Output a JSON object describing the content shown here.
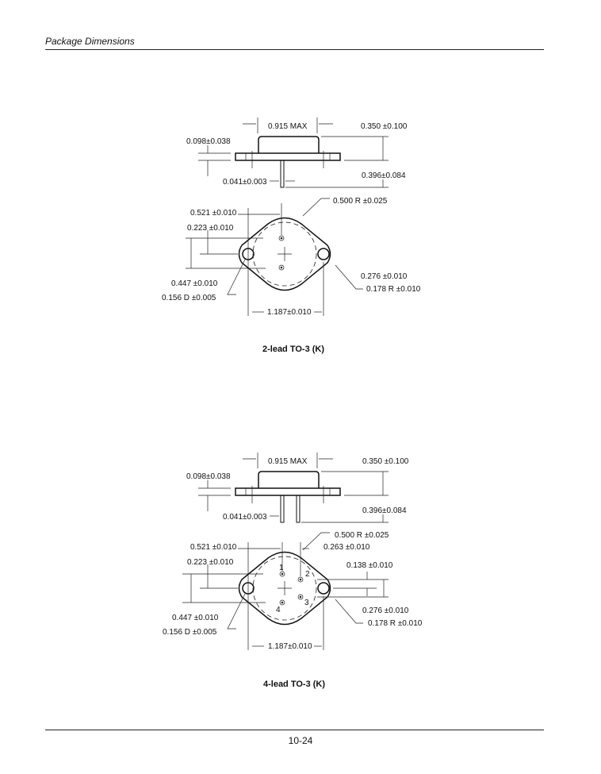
{
  "header": {
    "title": "Package Dimensions"
  },
  "footer": {
    "page_number": "10-24"
  },
  "figures": [
    {
      "caption": "2-lead TO-3 (K)",
      "labels": {
        "width_max": "0.915 MAX",
        "height": "0.350 ±0.100",
        "flange_thickness": "0.098±0.038",
        "pin_length": "0.396±0.084",
        "pin_diameter": "0.041±0.003",
        "body_radius": "0.500 R  ±0.025",
        "offset_x": "0.521  ±0.010",
        "pin_offset": "0.223  ±0.010",
        "pin_spacing": "0.447   ±0.010",
        "hole_diameter": "0.156 D ±0.005",
        "lobe_width": "0.276  ±0.010",
        "lobe_radius": "0.178 R  ±0.010",
        "hole_spacing": "1.187±0.010"
      }
    },
    {
      "caption": "4-lead TO-3 (K)",
      "labels": {
        "width_max": "0.915 MAX",
        "height": "0.350 ±0.100",
        "flange_thickness": "0.098±0.038",
        "pin_length": "0.396±0.084",
        "pin_diameter": "0.041±0.003",
        "body_radius": "0.500 R  ±0.025",
        "pin_offset_x2": "0.263  ±0.010",
        "offset_x": "0.521  ±0.010",
        "pin_offset": "0.223  ±0.010",
        "pin_offset_y2": "0.138  ±0.010",
        "pin_spacing": "0.447   ±0.010",
        "hole_diameter": "0.156 D ±0.005",
        "lobe_width": "0.276  ±0.010",
        "lobe_radius": "0.178 R  ±0.010",
        "hole_spacing": "1.187±0.010",
        "pin_numbers": [
          "1",
          "2",
          "3",
          "4"
        ]
      }
    }
  ]
}
